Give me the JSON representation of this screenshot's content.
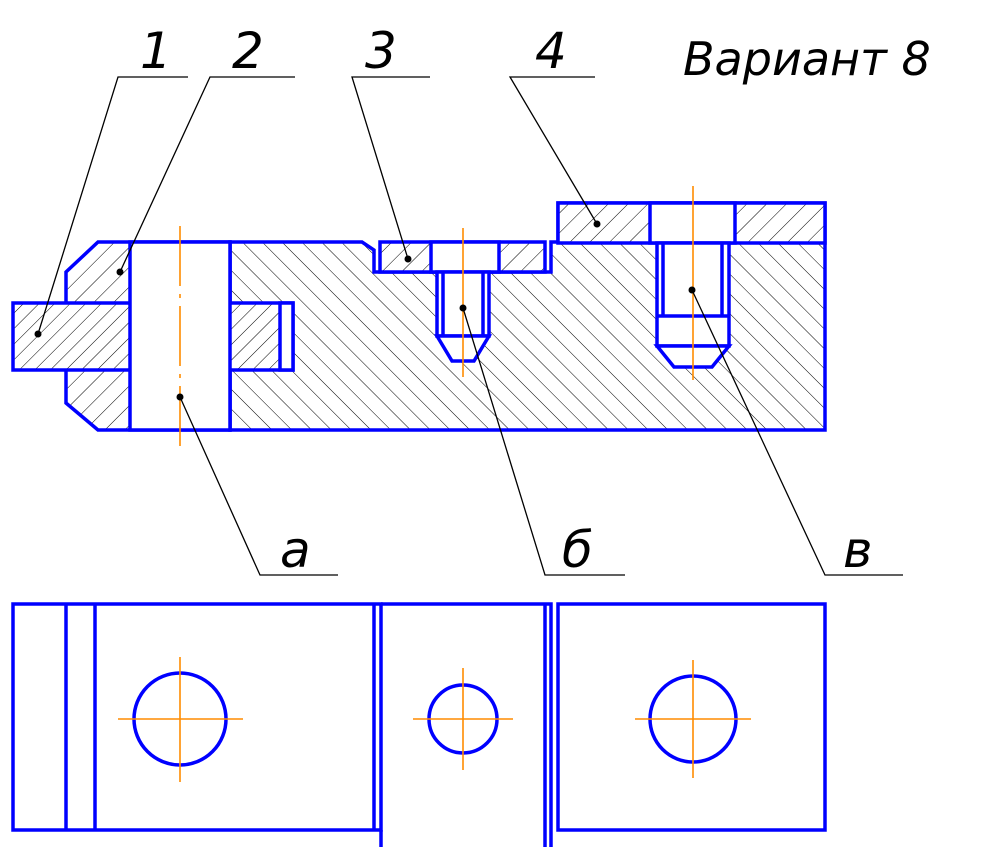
{
  "title": "Вариант 8",
  "part_labels": [
    "1",
    "2",
    "3",
    "4"
  ],
  "hole_labels": [
    "а",
    "б",
    "в"
  ],
  "colors": {
    "contour": "#0000ff",
    "axis": "#ff8c00",
    "leader": "#000000",
    "background": "#ffffff"
  }
}
